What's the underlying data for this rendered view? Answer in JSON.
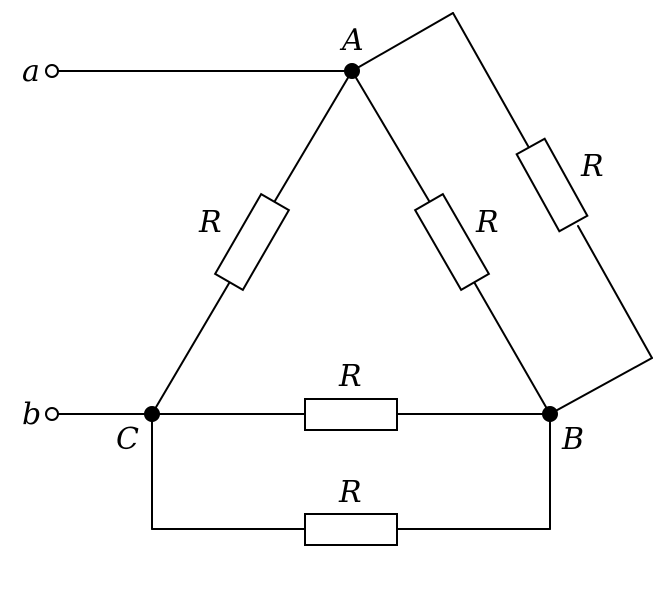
{
  "terminals": {
    "a": "a",
    "b": "b"
  },
  "nodes": {
    "A": "A",
    "B": "B",
    "C": "C"
  },
  "resistors": {
    "AC": "R",
    "AB": "R",
    "AB_outer": "R",
    "CB_upper": "R",
    "CB_lower": "R"
  },
  "colors": {
    "stroke": "#000000",
    "background": "#ffffff"
  }
}
